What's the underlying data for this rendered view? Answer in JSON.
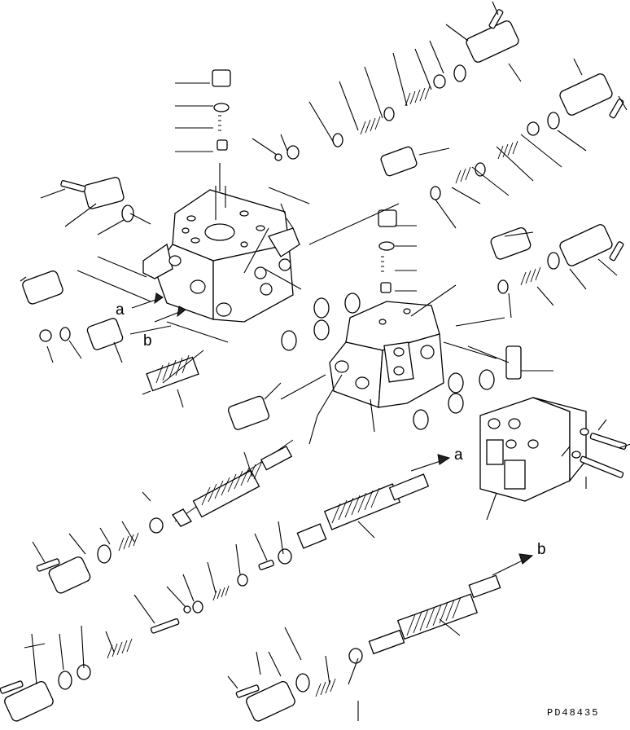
{
  "diagram": {
    "callouts": {
      "port_a_left": "a",
      "port_b_left": "b",
      "port_a_right": "a",
      "port_b_right": "b"
    },
    "drawing_code": "PD48435"
  }
}
